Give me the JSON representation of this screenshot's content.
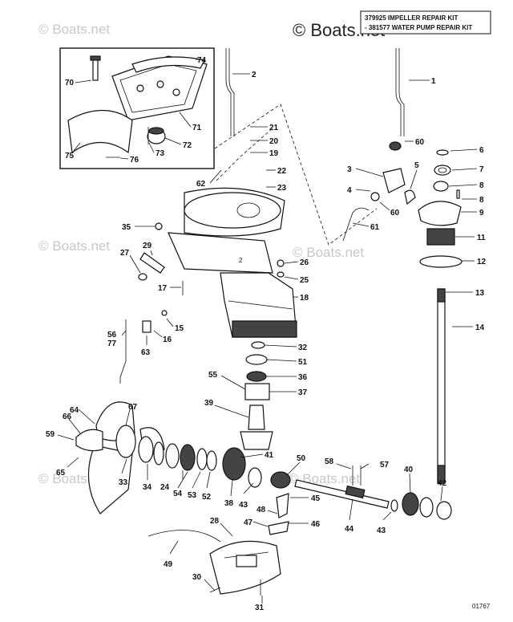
{
  "watermark_top": "© Boats.net",
  "watermarks": [
    "© Boats.net",
    "© Boats.net",
    "© Boats.net",
    "© Boats.net",
    "© Boats.net"
  ],
  "kit_note": {
    "line1": "379925 IMPELLER REPAIR KIT",
    "line2": "- 381577 WATER PUMP REPAIR KIT"
  },
  "figure_number": "01767",
  "callouts": [
    "1",
    "2",
    "3",
    "4",
    "5",
    "6",
    "7",
    "8",
    "9",
    "11",
    "12",
    "13",
    "14",
    "15",
    "16",
    "17",
    "18",
    "19",
    "20",
    "21",
    "22",
    "23",
    "24",
    "25",
    "26",
    "27",
    "28",
    "29",
    "30",
    "31",
    "32",
    "33",
    "34",
    "35",
    "36",
    "37",
    "38",
    "39",
    "40",
    "41",
    "42",
    "43",
    "44",
    "45",
    "46",
    "47",
    "48",
    "49",
    "50",
    "51",
    "52",
    "53",
    "54",
    "55",
    "56",
    "57",
    "58",
    "59",
    "60",
    "61",
    "62",
    "63",
    "64",
    "65",
    "66",
    "67",
    "70",
    "71",
    "72",
    "73",
    "74",
    "75",
    "76",
    "77"
  ]
}
